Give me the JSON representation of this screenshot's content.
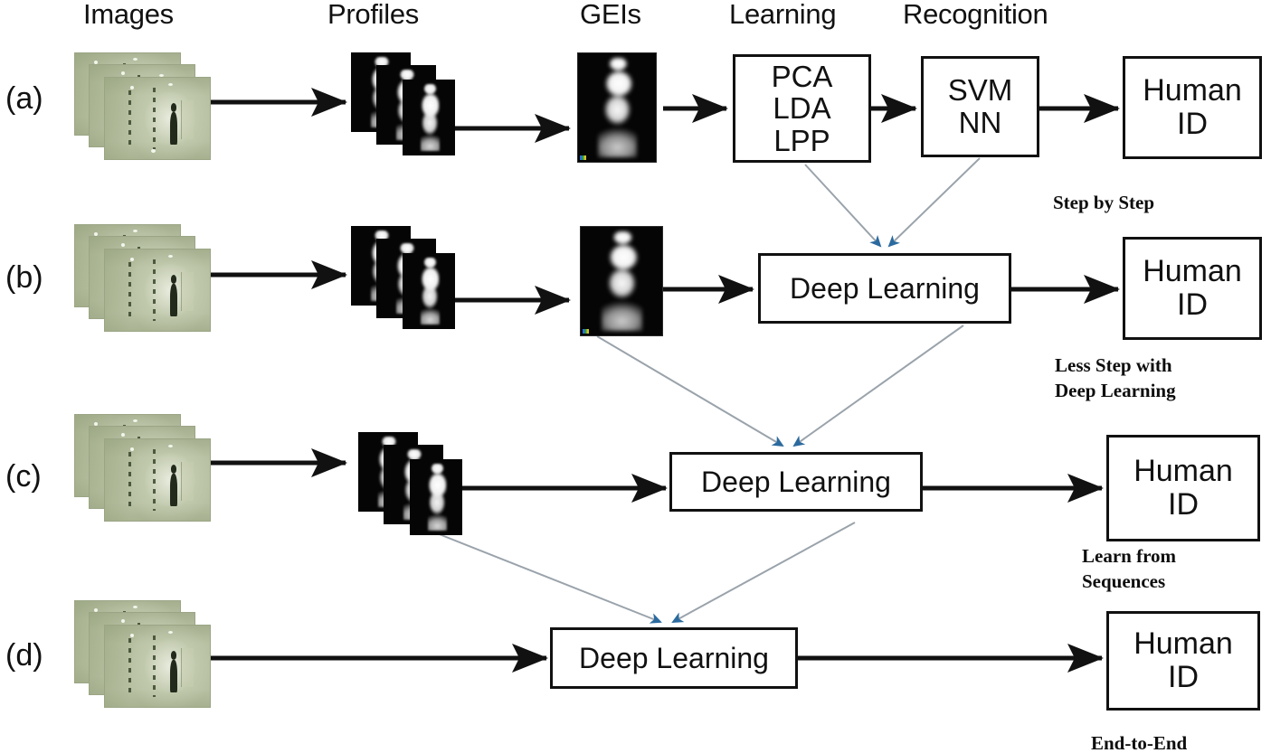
{
  "figure": {
    "background_color": "#ffffff",
    "line_color": "#111111",
    "connector_color": "#9aa3ab",
    "marker_color": "#2b6a9e"
  },
  "column_headers": [
    {
      "id": "images",
      "label": "Images"
    },
    {
      "id": "profiles",
      "label": "Profiles"
    },
    {
      "id": "geis",
      "label": "GEIs"
    },
    {
      "id": "learning",
      "label": "Learning"
    },
    {
      "id": "recognition",
      "label": "Recognition"
    }
  ],
  "row_labels": [
    {
      "id": "a",
      "label": "(a)"
    },
    {
      "id": "b",
      "label": "(b)"
    },
    {
      "id": "c",
      "label": "(c)"
    },
    {
      "id": "d",
      "label": "(d)"
    }
  ],
  "rows": {
    "a": {
      "label": "(a)",
      "stages": [
        "Images",
        "Profiles",
        "GEIs",
        "Learning",
        "Recognition",
        "Human ID"
      ],
      "learning_box": {
        "lines": [
          "PCA",
          "LDA",
          "LPP"
        ]
      },
      "recognition_box": {
        "lines": [
          "SVM",
          "NN"
        ]
      },
      "output_box": {
        "lines": [
          "Human",
          "ID"
        ]
      },
      "caption": "Step by Step"
    },
    "b": {
      "label": "(b)",
      "stages": [
        "Images",
        "Profiles",
        "GEIs",
        "Deep Learning",
        "Human ID"
      ],
      "deep_box": {
        "lines": [
          "Deep Learning"
        ]
      },
      "output_box": {
        "lines": [
          "Human",
          "ID"
        ]
      },
      "caption": "Less Step with\nDeep Learning"
    },
    "c": {
      "label": "(c)",
      "stages": [
        "Images",
        "Profiles",
        "Deep Learning",
        "Human ID"
      ],
      "deep_box": {
        "lines": [
          "Deep Learning"
        ]
      },
      "output_box": {
        "lines": [
          "Human",
          "ID"
        ]
      },
      "caption": "Learn from\nSequences"
    },
    "d": {
      "label": "(d)",
      "stages": [
        "Images",
        "Deep Learning",
        "Human ID"
      ],
      "deep_box": {
        "lines": [
          "Deep Learning"
        ]
      },
      "output_box": {
        "lines": [
          "Human",
          "ID"
        ]
      },
      "caption": "End-to-End"
    }
  },
  "boxes": {
    "a_learning_l1": "PCA",
    "a_learning_l2": "LDA",
    "a_learning_l3": "LPP",
    "a_recognition_l1": "SVM",
    "a_recognition_l2": "NN",
    "a_output_l1": "Human",
    "a_output_l2": "ID",
    "b_deep": "Deep Learning",
    "b_output_l1": "Human",
    "b_output_l2": "ID",
    "c_deep": "Deep Learning",
    "c_output_l1": "Human",
    "c_output_l2": "ID",
    "d_deep": "Deep Learning",
    "d_output_l1": "Human",
    "d_output_l2": "ID"
  },
  "captions": {
    "a": "Step by Step",
    "b": "Less Step with\nDeep Learning",
    "c": "Learn from\nSequences",
    "d": "End-to-End"
  }
}
